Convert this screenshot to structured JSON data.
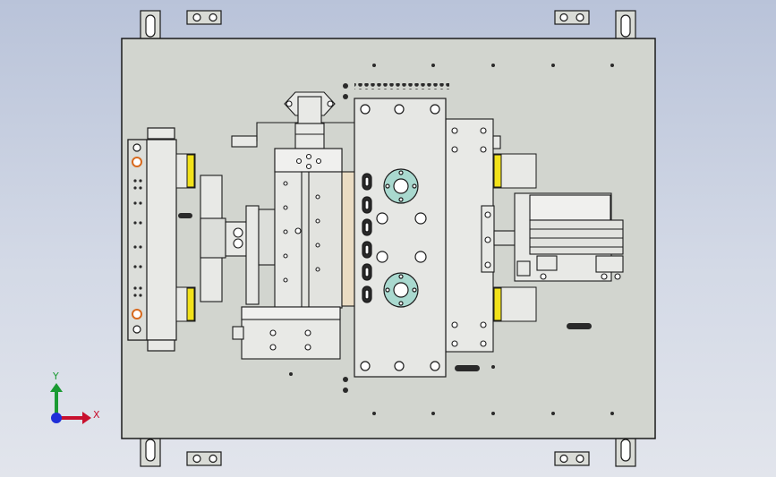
{
  "view": {
    "type": "cad-assembly-top-view",
    "colors": {
      "background_top": "#b9c3d9",
      "background_bottom": "#e2e5ec",
      "base_plate": "#d2d5cf",
      "part_fill": "#e8e9e6",
      "outline": "#1b1b1b",
      "accent_yellow": "#f2e21a",
      "accent_orange": "#d86a1e",
      "flange_teal": "#a9d9cf",
      "wood_plate": "#eadcc3"
    }
  },
  "triad": {
    "x_label": "X",
    "y_label": "Y",
    "x_color": "#c8102e",
    "y_color": "#1a9a32",
    "z_color": "#1f2fd8"
  },
  "components": [
    {
      "name": "base-plate",
      "label": ""
    },
    {
      "name": "left-sensor-rail",
      "label": ""
    },
    {
      "name": "linear-slide-module",
      "label": ""
    },
    {
      "name": "servo-motor",
      "label": ""
    },
    {
      "name": "center-mounting-block",
      "label": ""
    },
    {
      "name": "right-pneumatic-cylinder",
      "label": ""
    }
  ]
}
